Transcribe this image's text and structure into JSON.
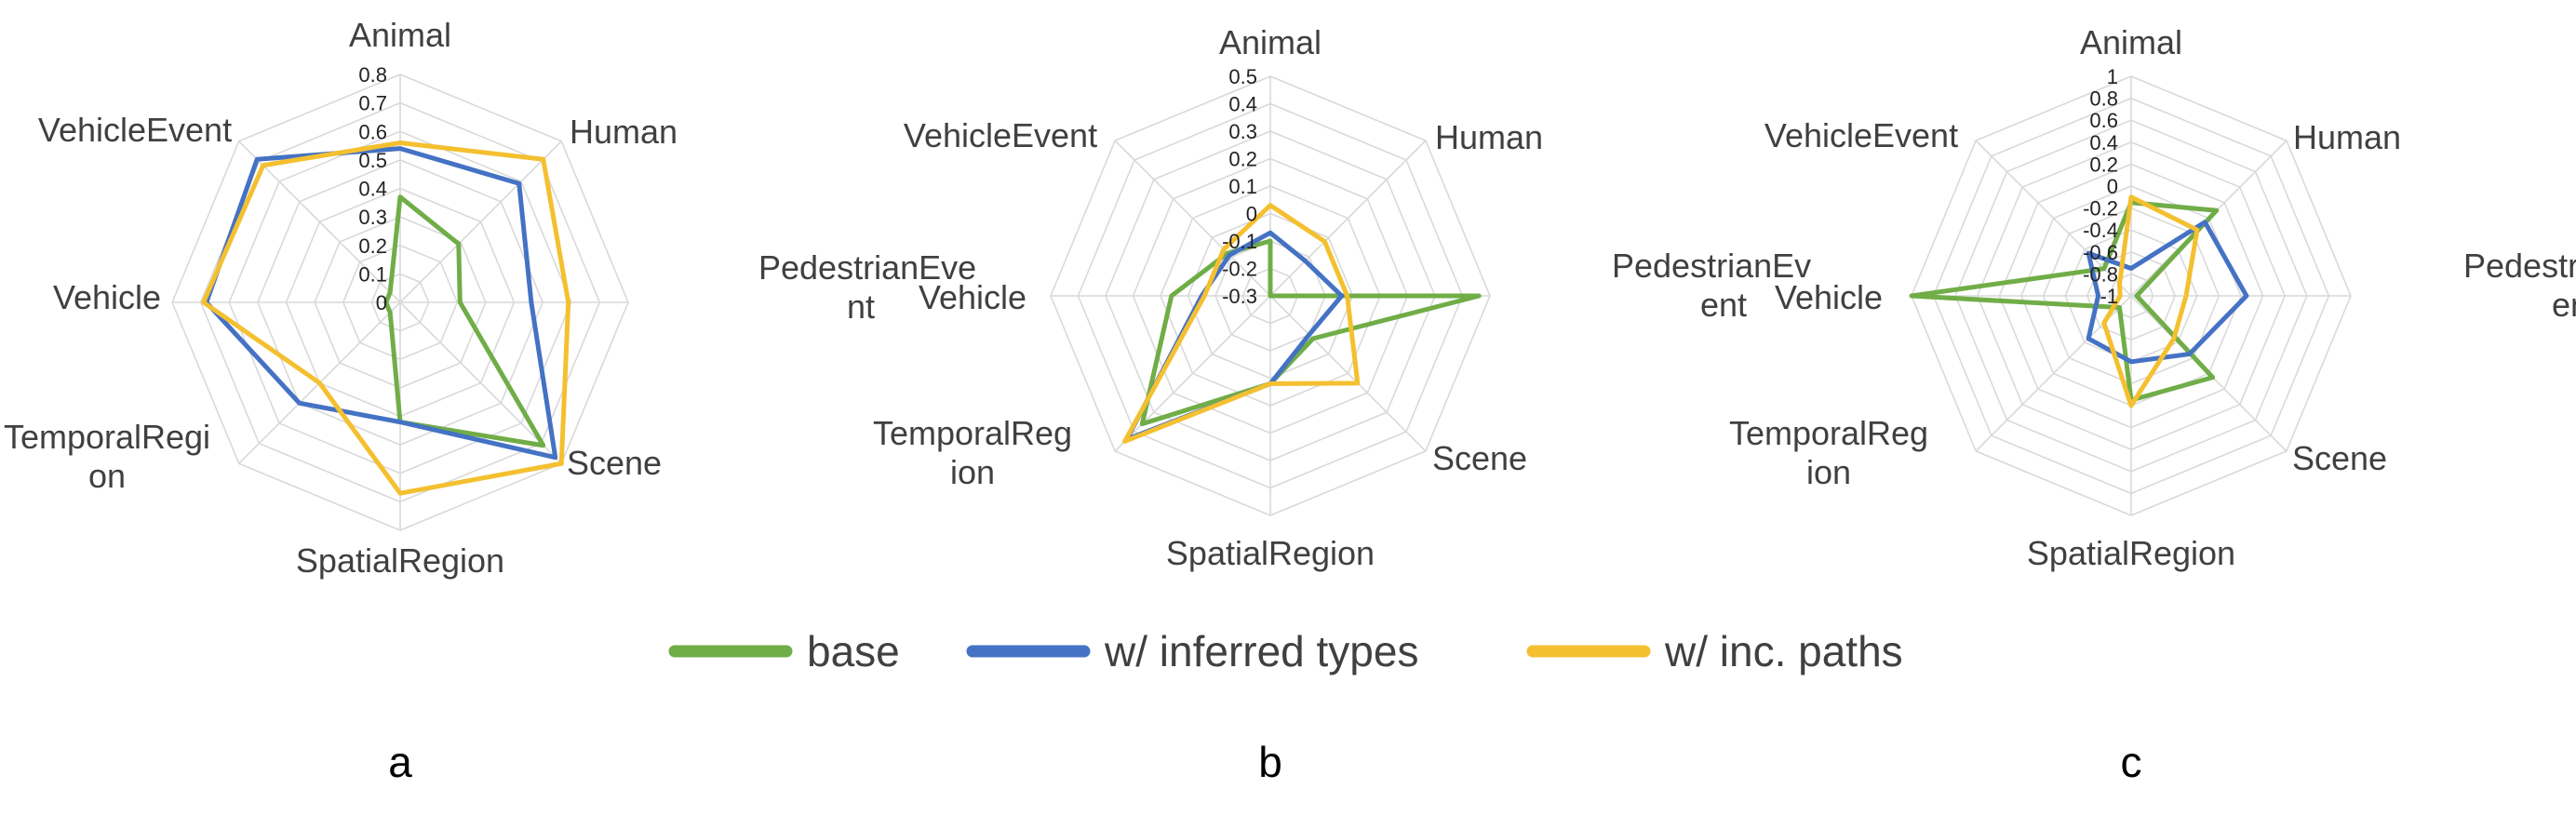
{
  "colors": {
    "base": "#70AD47",
    "inferred": "#4472C4",
    "paths": "#F4C030",
    "grid": "#d9d9d9"
  },
  "legend": [
    {
      "name": "base",
      "color": "#70AD47"
    },
    {
      "name": "w/ inferred types",
      "color": "#4472C4"
    },
    {
      "name": "w/ inc. paths",
      "color": "#F4C030"
    }
  ],
  "chart_data": [
    {
      "type": "radar",
      "panel_label": "a",
      "categories": [
        "Animal",
        "Human",
        "PedestrianEvent",
        "Scene",
        "SpatialRegion",
        "TemporalRegion",
        "Vehicle",
        "VehicleEvent"
      ],
      "category_lines": [
        [
          "Animal"
        ],
        [
          "Human"
        ],
        [
          "PedestrianEve",
          "nt"
        ],
        [
          "Scene"
        ],
        [
          "SpatialRegion"
        ],
        [
          "TemporalRegi",
          "on"
        ],
        [
          "Vehicle"
        ],
        [
          "VehicleEvent"
        ]
      ],
      "ticks": [
        "0",
        "0.1",
        "0.2",
        "0.3",
        "0.4",
        "0.5",
        "0.6",
        "0.7",
        "0.8"
      ],
      "range": [
        0,
        0.8
      ],
      "grid": true,
      "legend_position": "bottom",
      "series": [
        {
          "name": "base",
          "values": [
            0.37,
            0.29,
            0.21,
            0.71,
            0.42,
            0.05,
            0.05,
            0.05
          ]
        },
        {
          "name": "w/ inferred types",
          "values": [
            0.54,
            0.59,
            0.46,
            0.77,
            0.42,
            0.5,
            0.68,
            0.71
          ]
        },
        {
          "name": "w/ inc. paths",
          "values": [
            0.56,
            0.71,
            0.59,
            0.8,
            0.67,
            0.4,
            0.69,
            0.68
          ]
        }
      ]
    },
    {
      "type": "radar",
      "panel_label": "b",
      "categories": [
        "Animal",
        "Human",
        "PedestrianEvent",
        "Scene",
        "SpatialRegion",
        "TemporalRegion",
        "Vehicle",
        "VehicleEvent"
      ],
      "category_lines": [
        [
          "Animal"
        ],
        [
          "Human"
        ],
        [
          "PedestrianEv",
          "ent"
        ],
        [
          "Scene"
        ],
        [
          "SpatialRegion"
        ],
        [
          "TemporalReg",
          "ion"
        ],
        [
          "Vehicle"
        ],
        [
          "VehicleEvent"
        ]
      ],
      "ticks": [
        "-0.3",
        "-0.2",
        "-0.1",
        "0",
        "0.1",
        "0.2",
        "0.3",
        "0.4",
        "0.5"
      ],
      "range": [
        -0.3,
        0.5
      ],
      "grid": true,
      "legend_position": "bottom",
      "series": [
        {
          "name": "base",
          "values": [
            -0.1,
            -0.3,
            0.46,
            -0.08,
            0.02,
            0.36,
            0.06,
            -0.08
          ]
        },
        {
          "name": "w/ inferred types",
          "values": [
            -0.07,
            -0.12,
            -0.04,
            -0.1,
            0.02,
            0.44,
            -0.05,
            -0.09
          ]
        },
        {
          "name": "w/ inc. paths",
          "values": [
            0.03,
            -0.02,
            -0.02,
            0.15,
            0.02,
            0.45,
            -0.06,
            -0.06
          ]
        }
      ]
    },
    {
      "type": "radar",
      "panel_label": "c",
      "categories": [
        "Animal",
        "Human",
        "PedestrianEvent",
        "Scene",
        "SpatialRegion",
        "TemporalRegion",
        "Vehicle",
        "VehicleEvent"
      ],
      "category_lines": [
        [
          "Animal"
        ],
        [
          "Human"
        ],
        [
          "PedestrianEv",
          "ent"
        ],
        [
          "Scene"
        ],
        [
          "SpatialRegion"
        ],
        [
          "TemporalReg",
          "ion"
        ],
        [
          "Vehicle"
        ],
        [
          "VehicleEvent"
        ]
      ],
      "ticks": [
        "-1",
        "-0.8",
        "-0.6",
        "-0.4",
        "-0.2",
        "0",
        "0.2",
        "0.4",
        "0.6",
        "0.8",
        "1"
      ],
      "range": [
        -1,
        1
      ],
      "grid": true,
      "legend_position": "bottom",
      "series": [
        {
          "name": "base",
          "values": [
            -0.15,
            0.1,
            -0.95,
            0.05,
            -0.05,
            -0.85,
            1.0,
            -0.65
          ]
        },
        {
          "name": "w/ inferred types",
          "values": [
            -0.75,
            -0.05,
            0.05,
            -0.25,
            -0.4,
            -0.45,
            -0.7,
            -0.45
          ]
        },
        {
          "name": "w/ inc. paths",
          "values": [
            -0.1,
            -0.15,
            -0.5,
            -0.45,
            0.0,
            -0.65,
            -0.9,
            -0.85
          ]
        }
      ]
    }
  ]
}
